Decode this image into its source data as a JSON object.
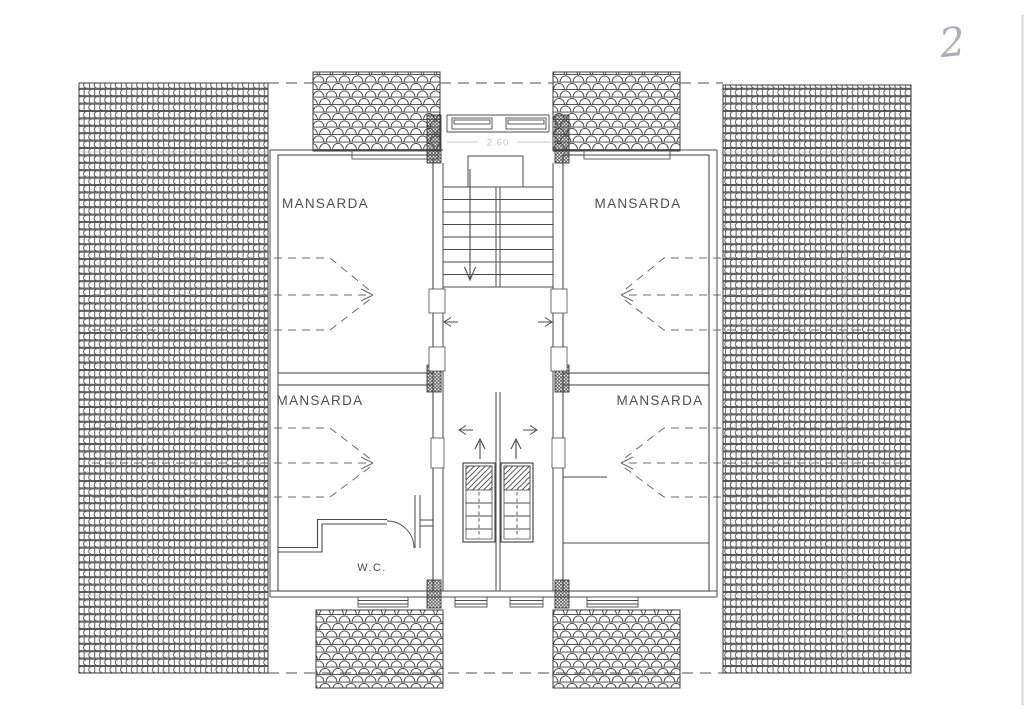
{
  "sheet": {
    "handwritten_number": "2"
  },
  "dimension": {
    "stair_width": "2.60"
  },
  "rooms": [
    {
      "id": "top-left",
      "label": "MANSARDA"
    },
    {
      "id": "top-right",
      "label": "MANSARDA"
    },
    {
      "id": "bottom-left",
      "label": "MANSARDA"
    },
    {
      "id": "bottom-right",
      "label": "MANSARDA"
    }
  ],
  "wc": {
    "label": "W.C."
  },
  "colors": {
    "ink": "#4b4b4b",
    "faint_gray": "#c6c6c6",
    "pencil": "#aab0b8",
    "paper": "#ffffff"
  }
}
